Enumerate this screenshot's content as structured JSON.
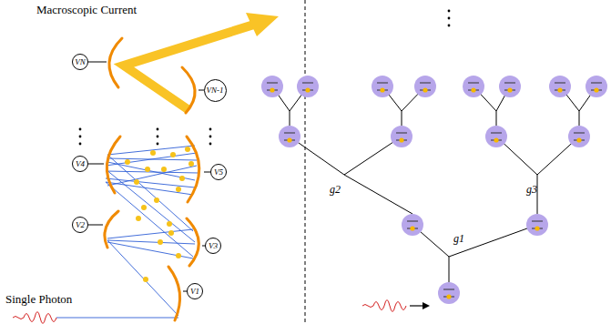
{
  "diagram": {
    "nodes": [
      {
        "text": [
          "VN"
        ]
      },
      {
        "text": [
          "VN-1"
        ]
      },
      {
        "text": [
          "V4"
        ]
      },
      {
        "text": [
          "V5"
        ]
      },
      {
        "text": [
          "V2"
        ]
      },
      {
        "text": [
          "V3"
        ]
      },
      {
        "text": [
          "V1"
        ]
      }
    ],
    "labels": [
      "Macroscopic Current",
      "Single Photon",
      "g1",
      "g2",
      "g3"
    ]
  }
}
